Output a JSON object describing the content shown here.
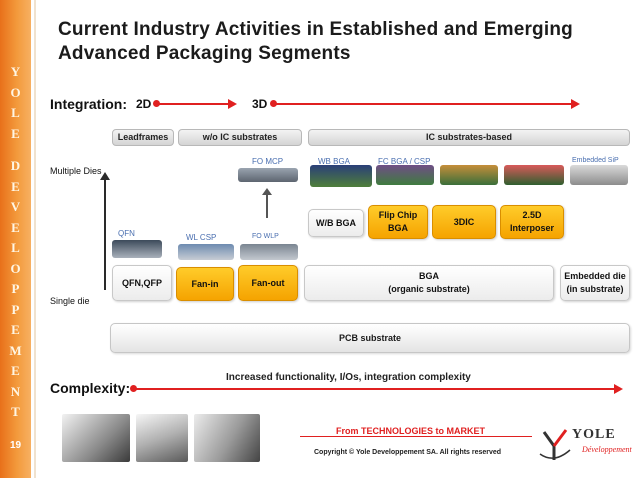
{
  "sidebar": {
    "letters": [
      "Y",
      "O",
      "L",
      "E",
      "D",
      "E",
      "V",
      "E",
      "L",
      "O",
      "P",
      "P",
      "E",
      "M",
      "E",
      "N",
      "T"
    ],
    "page_number": "19"
  },
  "title": {
    "line1": "Current Industry Activities in Established and Emerging",
    "line2": "Advanced Packaging Segments"
  },
  "integration": {
    "label": "Integration:",
    "from": "2D",
    "to": "3D"
  },
  "headers": {
    "leadframes": "Leadframes",
    "wo_ic": "w/o IC substrates",
    "ic_based": "IC substrates-based"
  },
  "y_axis": {
    "top": "Multiple Dies",
    "bottom": "Single die"
  },
  "package_labels": {
    "qfn": "QFN",
    "wlcsp": "WL CSP",
    "fowlp": "FO WLP",
    "fomcp": "FO MCP",
    "wbbga": "WB BGA",
    "fcbga": "FC BGA / CSP",
    "sip": "Embedded SiP"
  },
  "boxes": {
    "qfn_qfp": "QFN,QFP",
    "fan_in": "Fan-in",
    "fan_out": "Fan-out",
    "wb_bga": "W/B BGA",
    "flip_chip_bga": "Flip Chip BGA",
    "three_dic": "3DIC",
    "interposer_l1": "2.5D",
    "interposer_l2": "Interposer",
    "bga_l1": "BGA",
    "bga_l2": "(organic substrate)",
    "embedded_l1": "Embedded die",
    "embedded_l2": "(in substrate)",
    "pcb": "PCB substrate"
  },
  "complexity": {
    "label": "Complexity:",
    "text": "Increased functionality, I/Os, integration complexity"
  },
  "footer": {
    "from_tech": "From TECHNOLOGIES to MARKET",
    "copyright": "Copyright © Yole Developpement SA. All rights reserved",
    "logo": "YOLE",
    "logo_sub": "Développement"
  },
  "colors": {
    "accent_red": "#e02020",
    "highlight_yellow": "#f5a300",
    "side_orange": "#f39a3c"
  }
}
